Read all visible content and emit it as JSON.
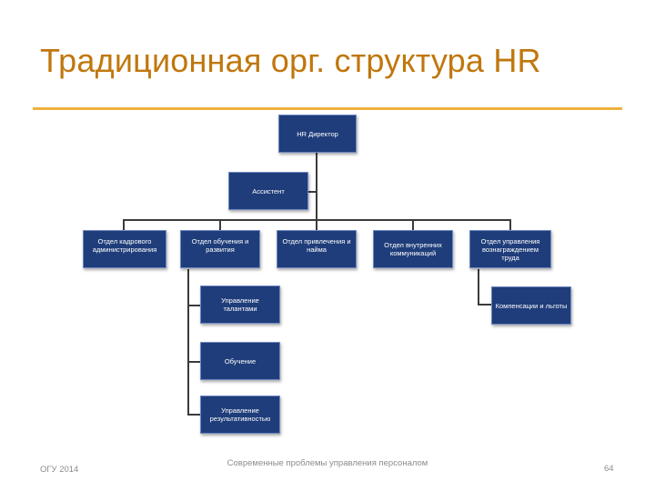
{
  "slide": {
    "title": "Традиционная орг. структура HR",
    "accent_color": "#f0b23e",
    "title_color": "#c0770d",
    "box_color": "#1f3d7a"
  },
  "org": {
    "director": "HR Директор",
    "assistant": "Ассистент",
    "departments": [
      "Отдел кадрового администрирования",
      "Отдел обучения и развития",
      "Отдел привлечения и найма",
      "Отдел внутренних коммуникаций",
      "Отдел управления вознаграждением труда"
    ],
    "training_subunits": [
      "Управление талантами",
      "Обучение",
      "Управление результативностью"
    ],
    "rewards_subunits": [
      "Компенсации и льготы"
    ]
  },
  "footer": {
    "left": "ОГУ 2014",
    "center": "Современные проблемы управления персоналом",
    "page_number": "64"
  }
}
